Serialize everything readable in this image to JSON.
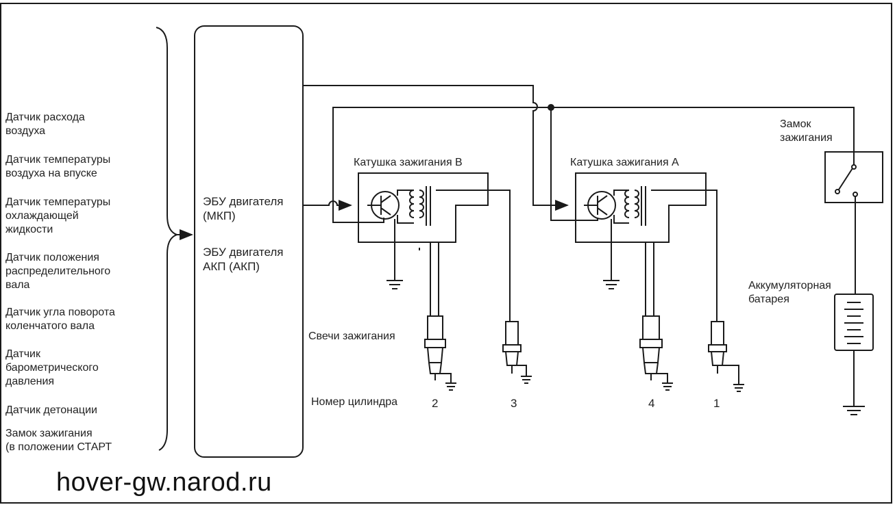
{
  "sensors": [
    "Датчик расхода\nвоздуха",
    "Датчик температуры\nвоздуха на впуске",
    "Датчик температуры\nохлаждающей\nжидкости",
    "Датчик положения\nраспределительного\nвала",
    "Датчик угла поворота\nколенчатого вала",
    "Датчик\nбарометрического\nдавления",
    "Датчик детонации",
    "Замок зажигания\n(в положении СТАРТ"
  ],
  "ecu": {
    "label_mt": "ЭБУ двигателя\n(МКП)",
    "label_at": "ЭБУ двигателя\nАКП (АКП)"
  },
  "coil_b_label": "Катушка зажигания В",
  "coil_a_label": "Катушка зажигания А",
  "ignition_switch_label": "Замок\nзажигания",
  "battery_label": "Аккумуляторная\nбатарея",
  "spark_plugs_label": "Свечи зажигания",
  "cylinder_number_label": "Номер цилиндра",
  "cylinders": [
    "2",
    "3",
    "4",
    "1"
  ],
  "watermark": "hover-gw.narod.ru"
}
